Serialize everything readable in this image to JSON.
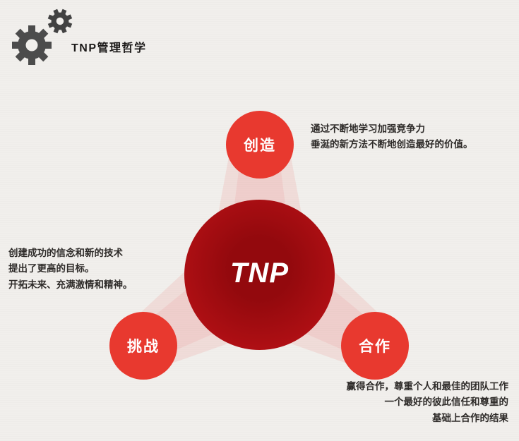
{
  "header": {
    "title": "TNP管理哲学"
  },
  "center": {
    "logo": "TNP"
  },
  "nodes": {
    "create": {
      "label": "创造"
    },
    "challenge": {
      "label": "挑战"
    },
    "cooperate": {
      "label": "合作"
    }
  },
  "annotations": {
    "create": {
      "lines": [
        "通过不断地学习加强竞争力",
        "垂涎的新方法不断地创造最好的价值。"
      ]
    },
    "challenge": {
      "lines": [
        "创建成功的信念和新的技术",
        "提出了更高的目标。",
        "开拓未来、充满激情和精神。"
      ]
    },
    "cooperate": {
      "lines": [
        "赢得合作，尊重个人和最佳的团队工作",
        "一个最好的彼此信任和尊重的",
        "基础上合作的结果"
      ]
    }
  },
  "icons": {
    "gears": "gears-icon"
  },
  "colors": {
    "background": "#f1efec",
    "node_red": "#e8392f",
    "center_red_inner": "#93090d",
    "center_red_outer": "#c01318",
    "beam_red": "#e8392f",
    "text_dark": "#2e2b29",
    "gear_gray": "#4c4c4c",
    "logo_white": "#ffffff",
    "title_color": "#1c1a19"
  }
}
